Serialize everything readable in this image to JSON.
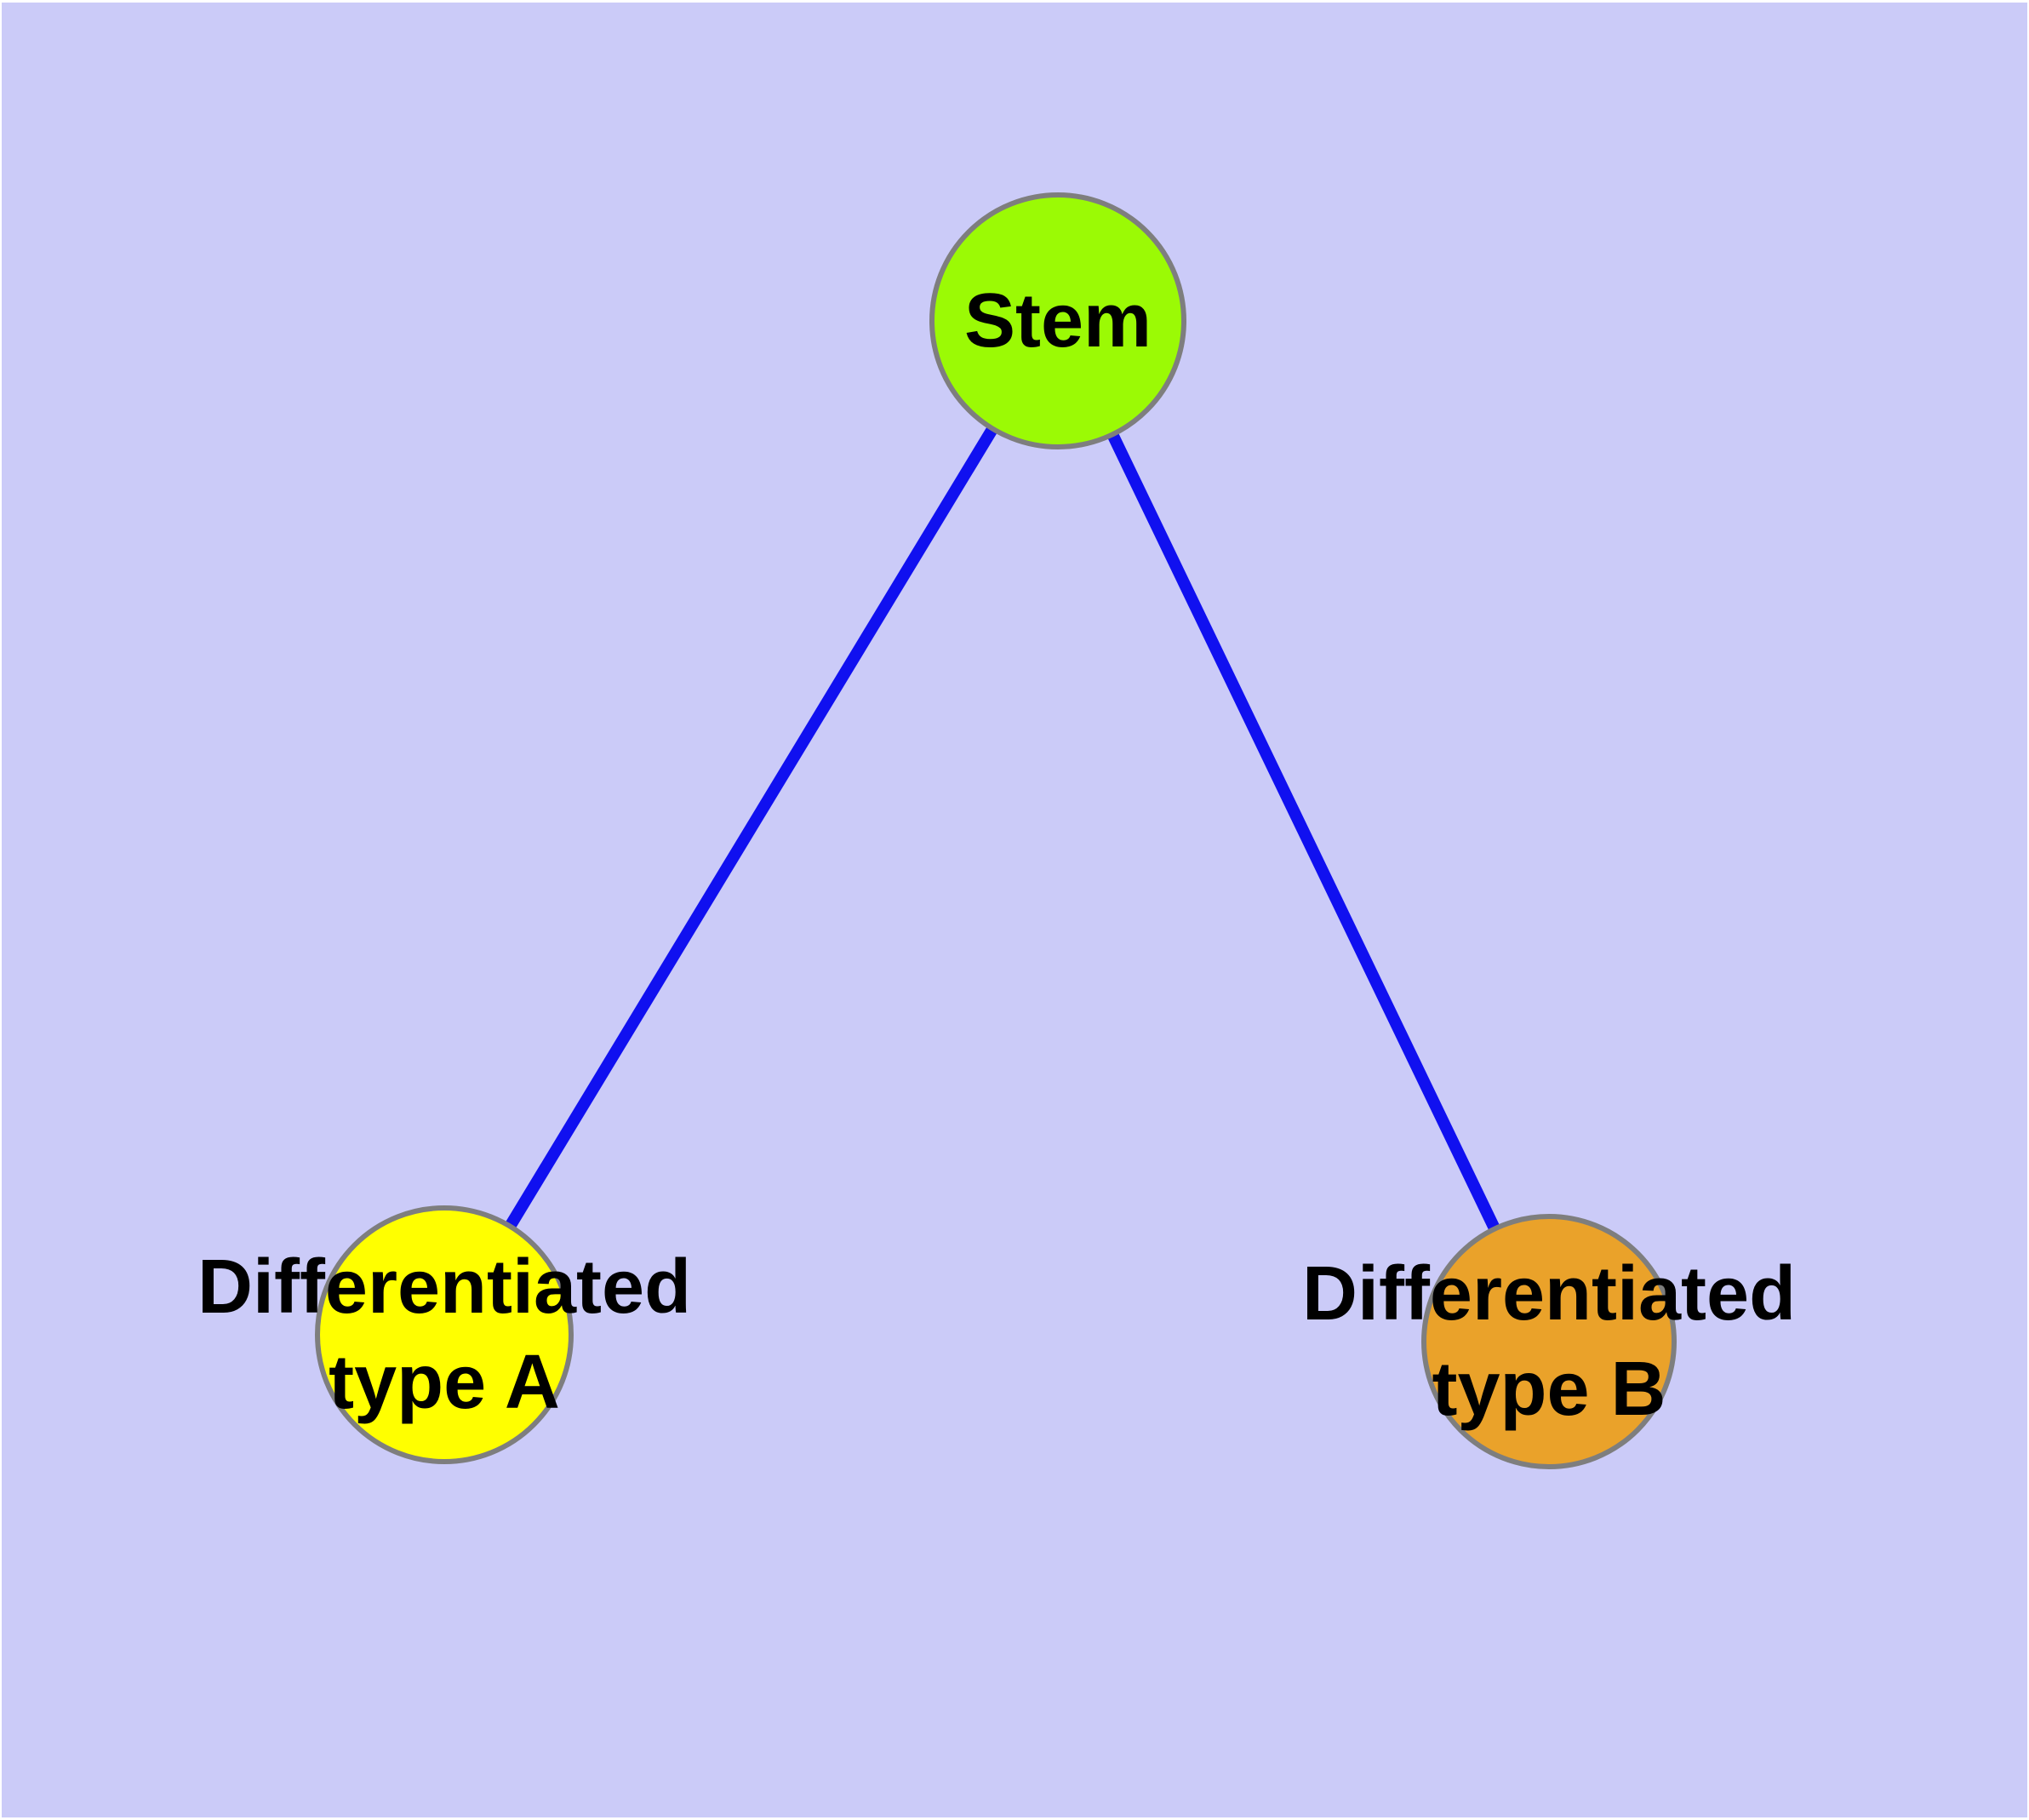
{
  "diagram": {
    "description": "Cell differentiation graph: a stem node with two differentiated daughter types",
    "nodes": [
      {
        "id": "stem",
        "label": "Stem"
      },
      {
        "id": "type-a",
        "label": "Differentiated\ntype A"
      },
      {
        "id": "type-b",
        "label": "Differentiated\ntype B"
      }
    ],
    "edges": [
      {
        "from": "stem",
        "to": "type-a"
      },
      {
        "from": "stem",
        "to": "type-b"
      }
    ]
  },
  "colors": {
    "frame": "#ffffff",
    "bg": "#cbcbf8",
    "edge": "#1010f0",
    "node-border": "#7e7e7e",
    "stem-fill": "#9bfa05",
    "type-a-fill": "#ffff00",
    "type-b-fill": "#eaa22a",
    "label": "#000000"
  }
}
